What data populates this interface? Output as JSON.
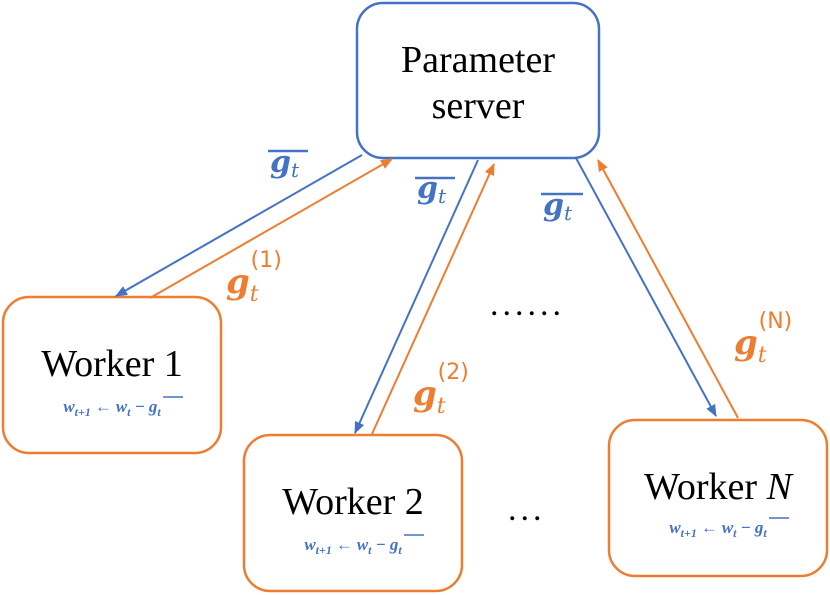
{
  "colors": {
    "blue": "#4472C4",
    "orange": "#ED7D31",
    "text": "#000000"
  },
  "server": {
    "line1": "Parameter",
    "line2": "server"
  },
  "workers": [
    {
      "title_prefix": "Worker",
      "title_suffix": "1",
      "suffix_italic": false,
      "sup": "(1)"
    },
    {
      "title_prefix": "Worker",
      "title_suffix": "2",
      "suffix_italic": false,
      "sup": "(2)"
    },
    {
      "title_prefix": "Worker",
      "title_suffix": "N",
      "suffix_italic": true,
      "sup": "(N)"
    }
  ],
  "update_rule": {
    "w": "w",
    "sub_next": "t+1",
    "arrow": "←",
    "sub_t": "t",
    "minus": "−",
    "g": "g",
    "g_sub": "t"
  },
  "gradient_label": {
    "symbol": "g",
    "subscript": "t"
  },
  "ellipsis": {
    "mid": "......",
    "bottom": "..."
  }
}
